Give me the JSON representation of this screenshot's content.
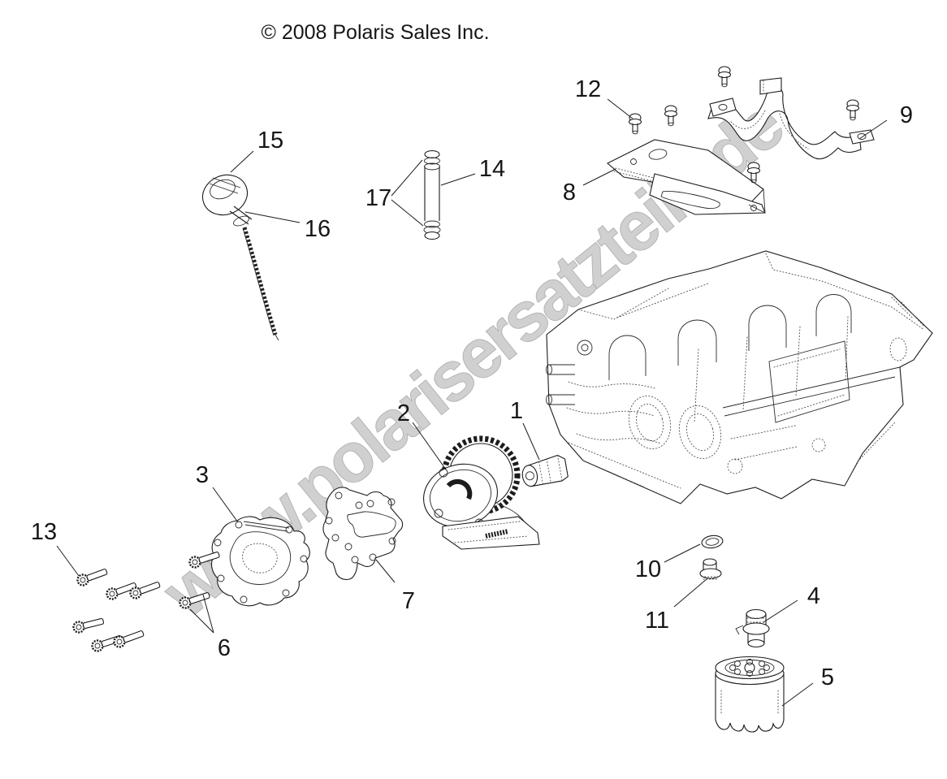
{
  "copyright": "© 2008 Polaris Sales Inc.",
  "watermark": "www.polarisersatzteile.de",
  "diagram_type": "exploded-parts-diagram",
  "colors": {
    "background": "#ffffff",
    "line_art": "#1c1c1c",
    "watermark_gray": "#c8c8c8",
    "callout_text": "#161616"
  },
  "callouts": [
    {
      "label": "1"
    },
    {
      "label": "2"
    },
    {
      "label": "3"
    },
    {
      "label": "4"
    },
    {
      "label": "5"
    },
    {
      "label": "6"
    },
    {
      "label": "7"
    },
    {
      "label": "8"
    },
    {
      "label": "9"
    },
    {
      "label": "10"
    },
    {
      "label": "11"
    },
    {
      "label": "12"
    },
    {
      "label": "13"
    },
    {
      "label": "14"
    },
    {
      "label": "15"
    },
    {
      "label": "16"
    },
    {
      "label": "17"
    }
  ]
}
